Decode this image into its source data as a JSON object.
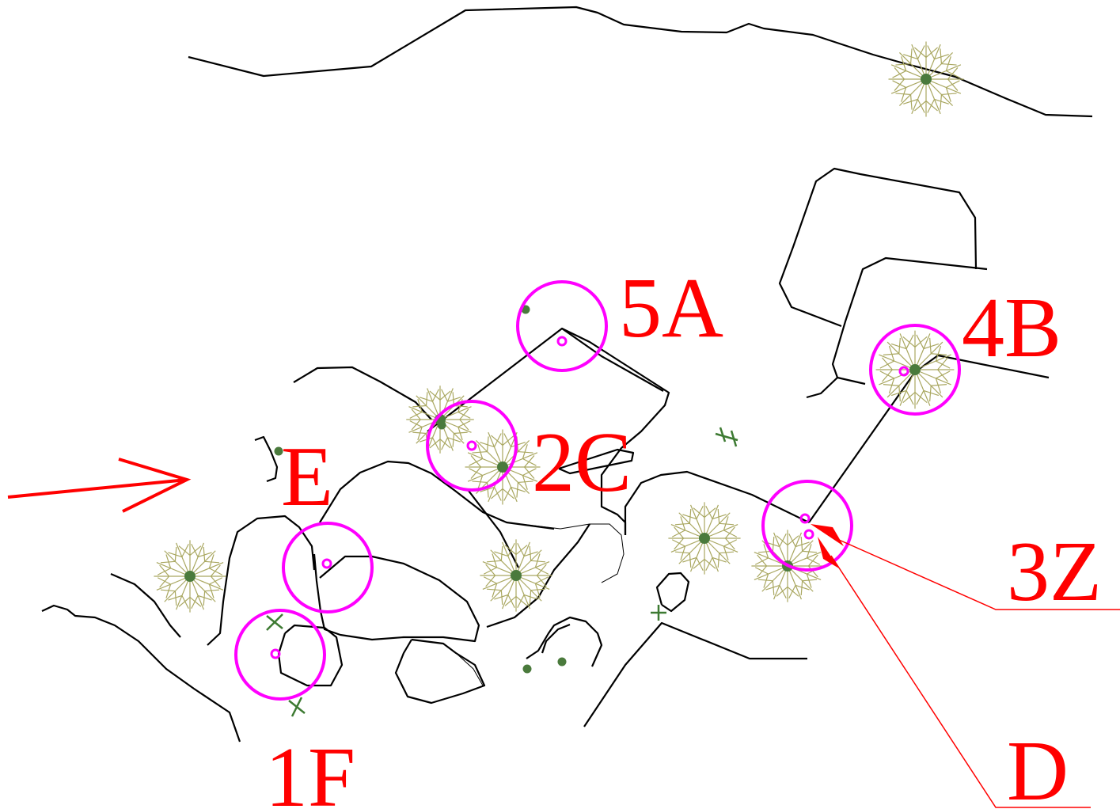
{
  "labels": {
    "label_5a": "5A",
    "label_4b": "4B",
    "label_2c": "2C",
    "label_e": "E",
    "label_3z": "3Z",
    "label_d": "D",
    "label_1f": "1F"
  },
  "colors": {
    "label": "#ff0000",
    "marker": "#ff00ff",
    "outline": "#000000",
    "tree_canopy": "#a9a760",
    "tree_core": "#4a7a3c"
  },
  "icons": {
    "tree": "tree-symbol-icon",
    "shrub": "shrub-dot-icon",
    "survey_cross": "survey-cross-icon",
    "direction_arrow": "arrow-right-icon"
  }
}
